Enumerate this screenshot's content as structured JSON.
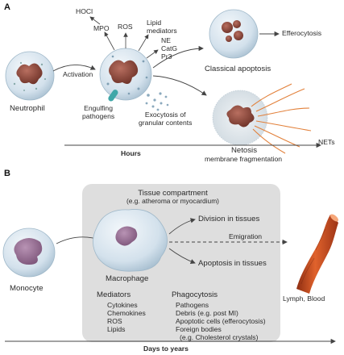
{
  "panel_a": {
    "letter": "A",
    "products": {
      "hocl": "HOCl",
      "mpo": "MPO",
      "ros": "ROS",
      "lipid_mediators": [
        "Lipid",
        "mediators"
      ],
      "proteases": [
        "NE",
        "CatG",
        "Pr3"
      ]
    },
    "neutrophil": "Neutrophil",
    "activation": "Activation",
    "engulfing": [
      "Engulfing",
      "pathogens"
    ],
    "exocytosis": [
      "Exocytosis of",
      "granular contents"
    ],
    "classical_apoptosis": "Classical apoptosis",
    "efferocytosis": "Efferocytosis",
    "netosis": "Netosis",
    "membrane_fragmentation": "membrane fragmentation",
    "nets": "NETs",
    "timeline": "Hours"
  },
  "panel_b": {
    "letter": "B",
    "tissue_compartment": [
      "Tissue compartment",
      "(e.g. atheroma or myocardium)"
    ],
    "division": "Division in tissues",
    "emigration": "Emigration",
    "apoptosis": "Apoptosis in tissues",
    "monocyte": "Monocyte",
    "macrophage": "Macrophage",
    "lymph_blood": "Lymph, Blood",
    "mediators_title": "Mediators",
    "mediators": [
      "Cytokines",
      "Chemokines",
      "ROS",
      "Lipids"
    ],
    "phagocytosis_title": "Phagocytosis",
    "phagocytosis": [
      "Pathogens",
      "Debris (e.g. post MI)",
      "Apoptotic cells (efferocytosis)",
      "Foreign bodies",
      "(e.g. Cholesterol crystals)"
    ],
    "timeline": "Days to years"
  },
  "colors": {
    "cell_fill": "#d9e6ef",
    "cell_edge": "#9fb8c9",
    "nucleus": "#8a4a3e",
    "monocyte_nucleus": "#9a6e95",
    "compartment": "#dedede",
    "nets": "#e2803a",
    "vessel": "#c94a22"
  }
}
